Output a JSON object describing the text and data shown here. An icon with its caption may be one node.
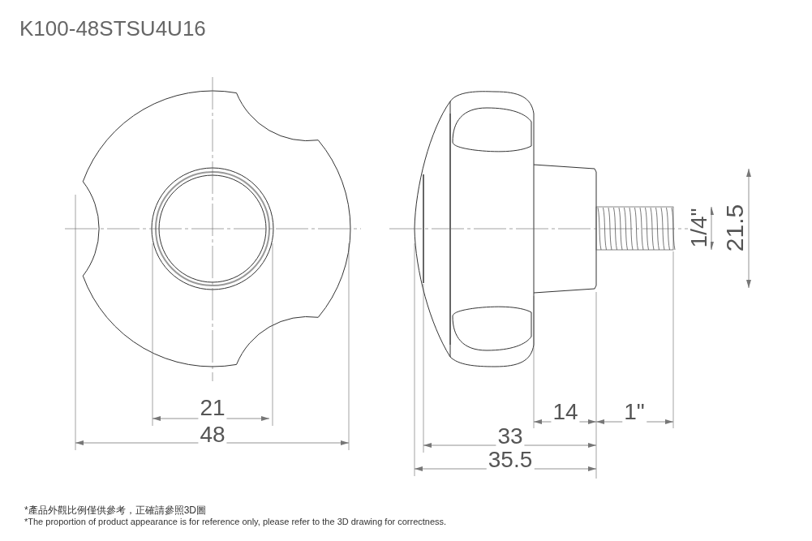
{
  "diagram": {
    "title": "K100-48STSU4U16",
    "labels": [
      "21",
      "48",
      "14",
      "1\"",
      "33",
      "35.5",
      "1/4\"",
      "21.5",
      "*產品外觀比例僅供參考，正確請參照3D圖",
      "*The proportion of product appearance is for reference only, please refer to the 3D drawing for correctness."
    ]
  }
}
